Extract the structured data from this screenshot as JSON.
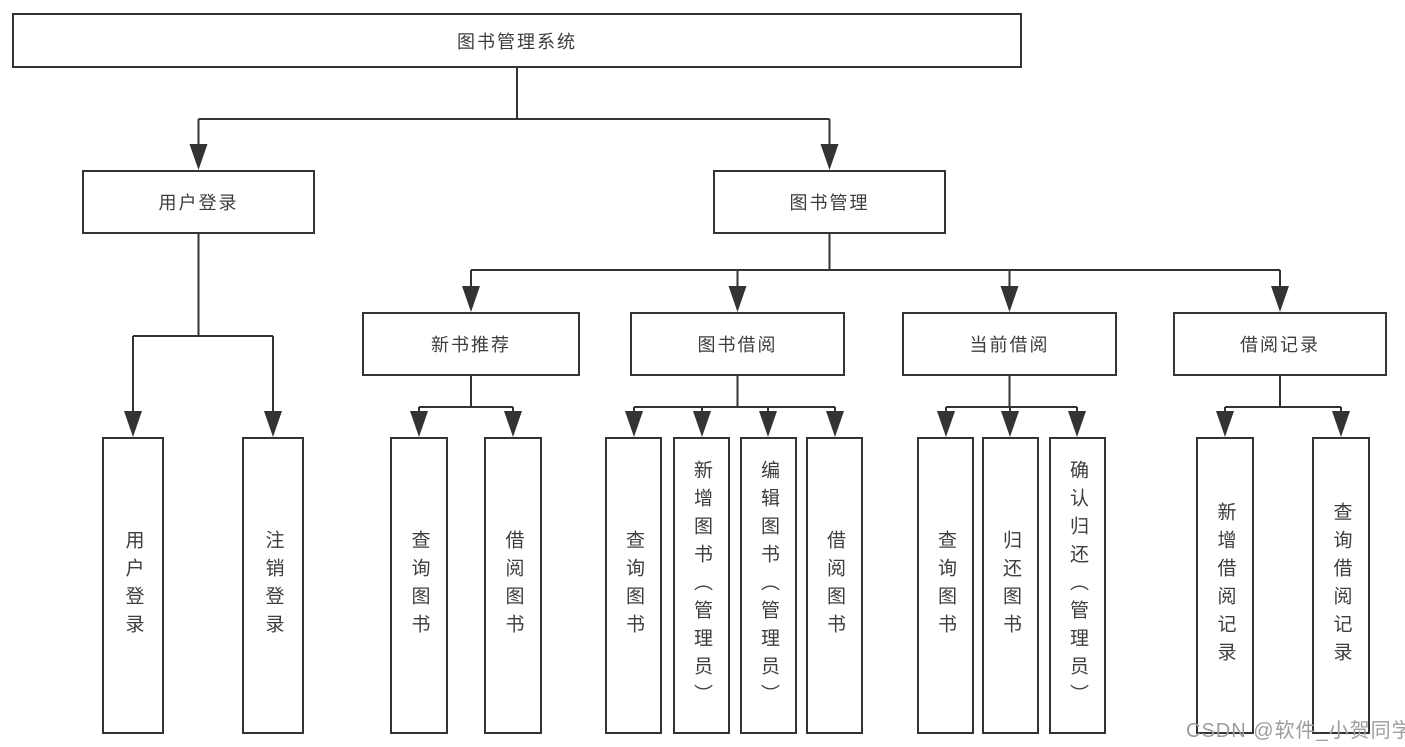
{
  "diagram_title": "图书管理系统",
  "tree": {
    "root": {
      "label": "图书管理系统",
      "children": [
        {
          "label": "用户登录",
          "children": [
            {
              "label": "用户登录"
            },
            {
              "label": "注销登录"
            }
          ]
        },
        {
          "label": "图书管理",
          "children": [
            {
              "label": "新书推荐",
              "children": [
                {
                  "label": "查询图书"
                },
                {
                  "label": "借阅图书"
                }
              ]
            },
            {
              "label": "图书借阅",
              "children": [
                {
                  "label": "查询图书"
                },
                {
                  "label": "新增图书（管理员）"
                },
                {
                  "label": "编辑图书（管理员）"
                },
                {
                  "label": "借阅图书"
                }
              ]
            },
            {
              "label": "当前借阅",
              "children": [
                {
                  "label": "查询图书"
                },
                {
                  "label": "归还图书"
                },
                {
                  "label": "确认归还（管理员）"
                }
              ]
            },
            {
              "label": "借阅记录",
              "children": [
                {
                  "label": "新增借阅记录"
                },
                {
                  "label": "查询借阅记录"
                }
              ]
            }
          ]
        }
      ]
    }
  },
  "watermark": {
    "text": "CSDN @软件_小贺同学"
  },
  "colors": {
    "line": "#333333",
    "box_border": "#333333",
    "box_text": "#3d3d3d",
    "background": "#ffffff",
    "watermark": "#9d9d9d"
  }
}
